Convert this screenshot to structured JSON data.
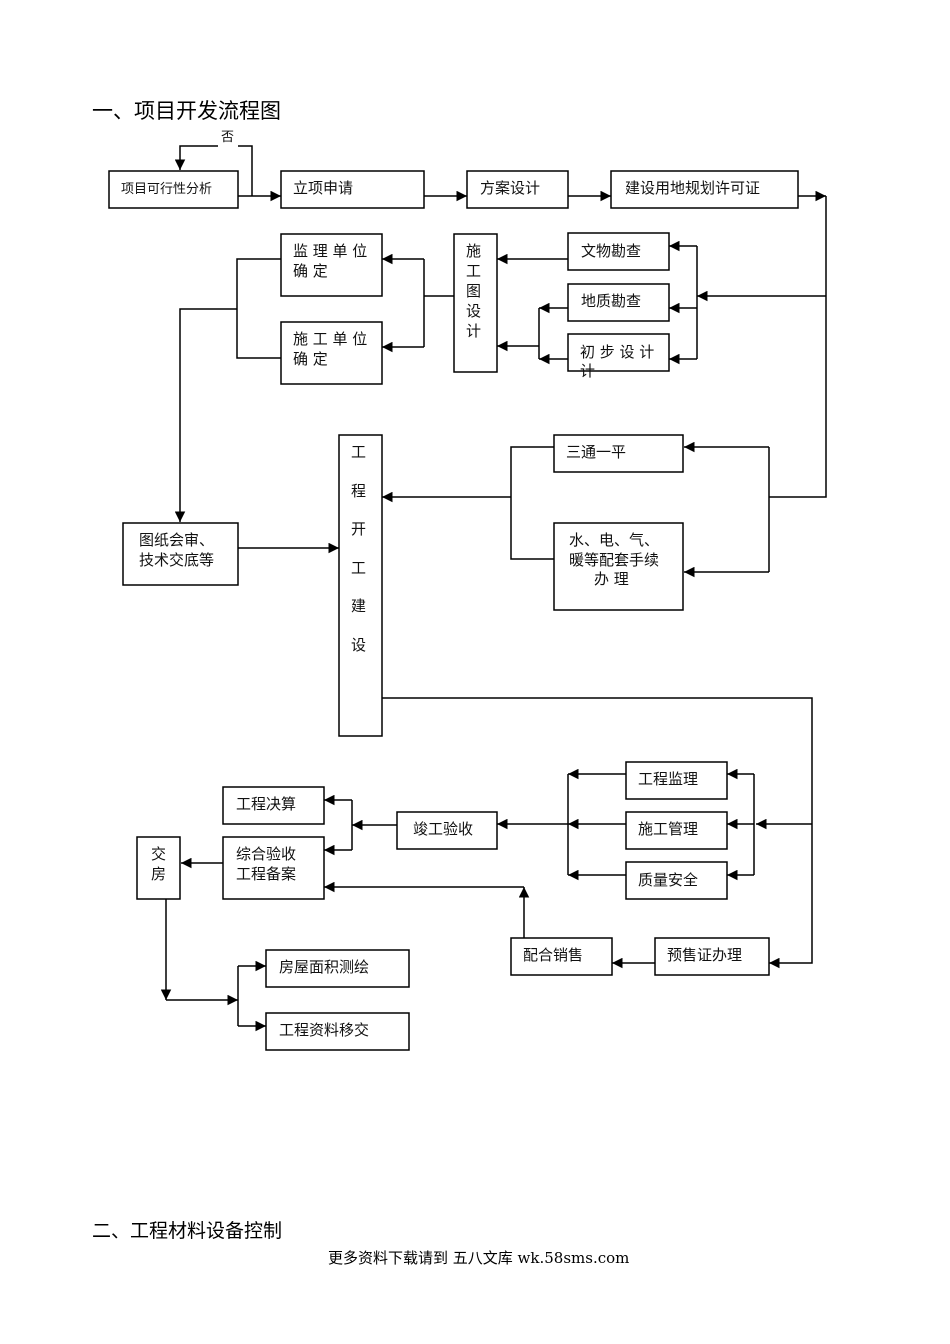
{
  "headings": {
    "section1": "一、项目开发流程图",
    "section2": "二、工程材料设备控制"
  },
  "footer": "更多资料下载请到 五八文库 wk.58sms.com",
  "flow": {
    "no_label": "否",
    "feasibility": "项目可行性分析",
    "approval": "立项申请",
    "scheme": "方案设计",
    "land_permit": "建设用地规划许可证",
    "relics": "文物勘查",
    "geology": "地质勘查",
    "prelim": [
      "初 步 设 计",
      "计"
    ],
    "construction_drawing": [
      "施",
      "工",
      "图",
      "设",
      "计"
    ],
    "supervisor_unit": [
      "监 理 单 位",
      "确  定"
    ],
    "contractor_unit": [
      "施 工 单 位",
      "确  定"
    ],
    "drawing_review": [
      "图纸会审、",
      "技术交底等"
    ],
    "start_construction": [
      "工",
      "程",
      "开",
      "工",
      "建",
      "设"
    ],
    "three_one": "三通一平",
    "utilities": [
      "水、电、气、",
      "暖等配套手续",
      "办  理"
    ],
    "supervision": "工程监理",
    "management": "施工管理",
    "quality": "质量安全",
    "completion": "竣工验收",
    "settlement": "工程决算",
    "comprehensive": [
      "综合验收",
      "工程备案"
    ],
    "handover": [
      "交",
      "房"
    ],
    "presale": "预售证办理",
    "sales": "配合销售",
    "survey": "房屋面积测绘",
    "docs": "工程资料移交"
  }
}
